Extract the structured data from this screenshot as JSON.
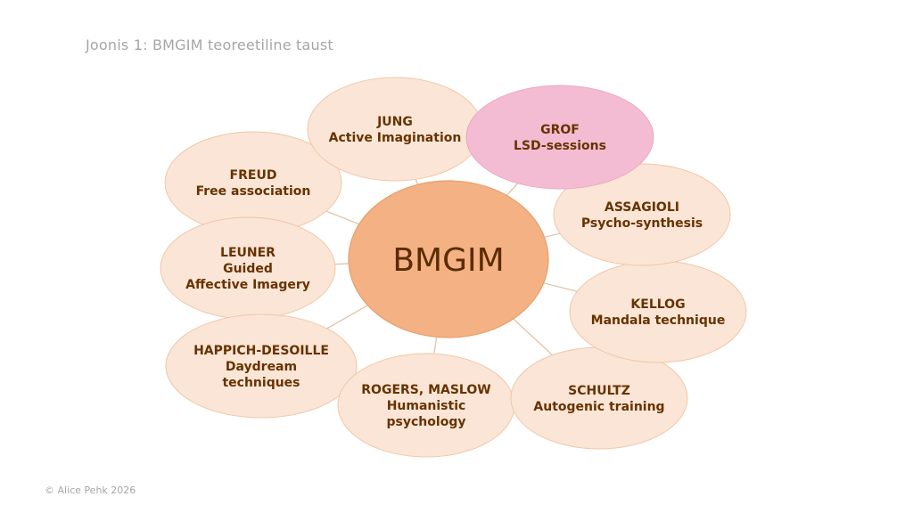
{
  "title": "Joonis 1: BMGIM teoreetiline taust",
  "footer": "© Alice Pehk 2026",
  "colors": {
    "center_fill": "#f4b183",
    "center_stroke": "#e5a06e",
    "node_fill": "#fbe5d6",
    "node_stroke": "#efc8a8",
    "highlight_fill": "#f4bcd2",
    "highlight_stroke": "#e9a9c0",
    "connector": "#e2c3a6",
    "text": "#663300"
  },
  "center": {
    "id": "bmgim",
    "label": "BMGIM"
  },
  "nodes": [
    {
      "id": "jung",
      "lines": [
        "JUNG",
        "Active Imagination"
      ],
      "highlight": false
    },
    {
      "id": "grof",
      "lines": [
        "GROF",
        "LSD-sessions"
      ],
      "highlight": true
    },
    {
      "id": "freud",
      "lines": [
        "FREUD",
        "Free association"
      ],
      "highlight": false
    },
    {
      "id": "assagioli",
      "lines": [
        "ASSAGIOLI",
        "Psycho-synthesis"
      ],
      "highlight": false
    },
    {
      "id": "leuner",
      "lines": [
        "LEUNER",
        "Guided",
        "Affective Imagery"
      ],
      "highlight": false
    },
    {
      "id": "kellog",
      "lines": [
        "KELLOG",
        "Mandala technique"
      ],
      "highlight": false
    },
    {
      "id": "happich-desoille",
      "lines": [
        "HAPPICH-DESOILLE",
        "Daydream",
        "techniques"
      ],
      "highlight": false
    },
    {
      "id": "rogers-maslow",
      "lines": [
        "ROGERS, MASLOW",
        "Humanistic",
        "psychology"
      ],
      "highlight": false
    },
    {
      "id": "schultz",
      "lines": [
        "SCHULTZ",
        "Autogenic training"
      ],
      "highlight": false
    }
  ]
}
